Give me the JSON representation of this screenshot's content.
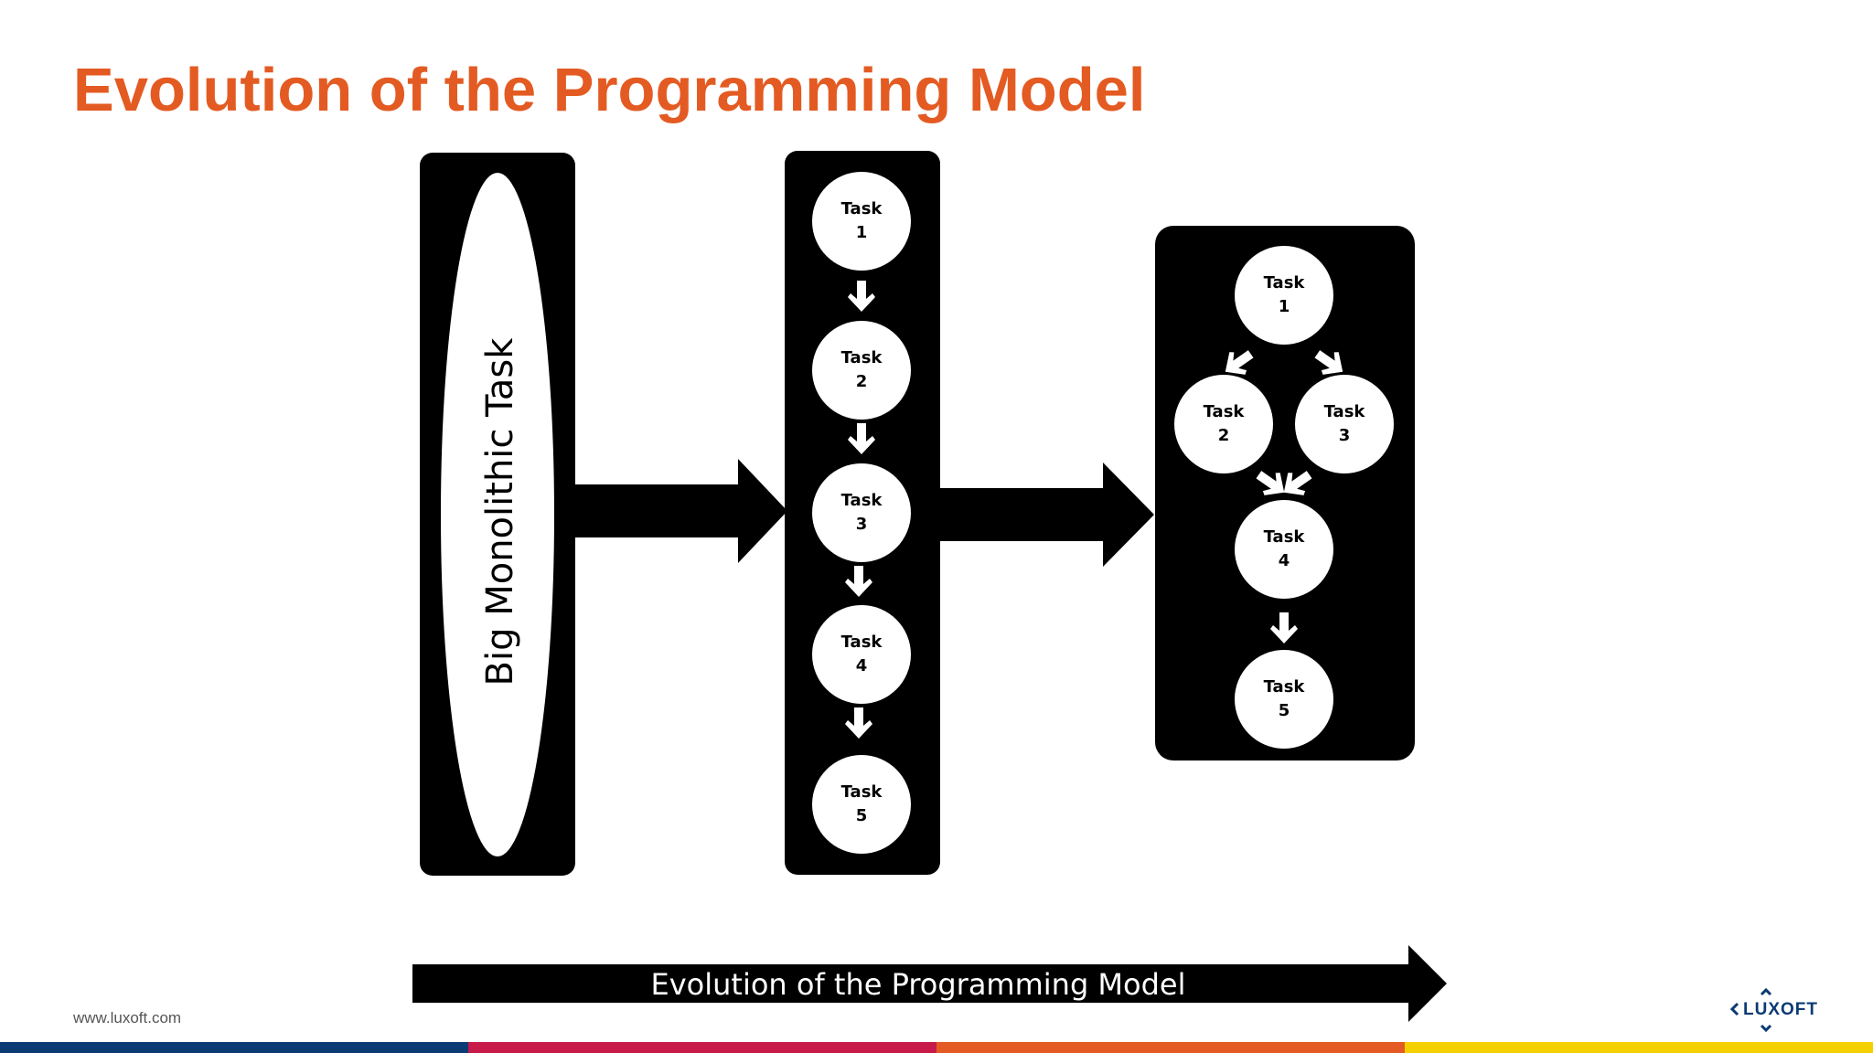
{
  "slide": {
    "title": "Evolution of the Programming Model"
  },
  "monolith": {
    "label": "Big Monolithic Task"
  },
  "sequential": {
    "tasks": [
      {
        "word": "Task",
        "num": "1"
      },
      {
        "word": "Task",
        "num": "2"
      },
      {
        "word": "Task",
        "num": "3"
      },
      {
        "word": "Task",
        "num": "4"
      },
      {
        "word": "Task",
        "num": "5"
      }
    ]
  },
  "parallel": {
    "tasks": [
      {
        "word": "Task",
        "num": "1"
      },
      {
        "word": "Task",
        "num": "2"
      },
      {
        "word": "Task",
        "num": "3"
      },
      {
        "word": "Task",
        "num": "4"
      },
      {
        "word": "Task",
        "num": "5"
      }
    ]
  },
  "timeline": {
    "label": "Evolution of the Programming Model"
  },
  "footer": {
    "url": "www.luxoft.com"
  },
  "brand": {
    "logo_text": "LUXOFT",
    "logo_icon": "luxoft-chevrons-icon",
    "colors": {
      "title": "#E35B22",
      "logo": "#0B3A74",
      "bar": [
        "#0B3A74",
        "#C8194B",
        "#E35B22",
        "#F4D000"
      ]
    }
  }
}
